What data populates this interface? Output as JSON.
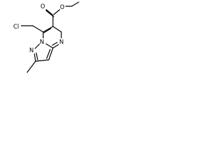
{
  "molecule": {
    "atoms": {
      "cl": "Cl",
      "o_carbonyl": "O",
      "o_ester": "O",
      "n_top": "N",
      "n_bridge": "N",
      "n_pyrazole": "N"
    }
  }
}
